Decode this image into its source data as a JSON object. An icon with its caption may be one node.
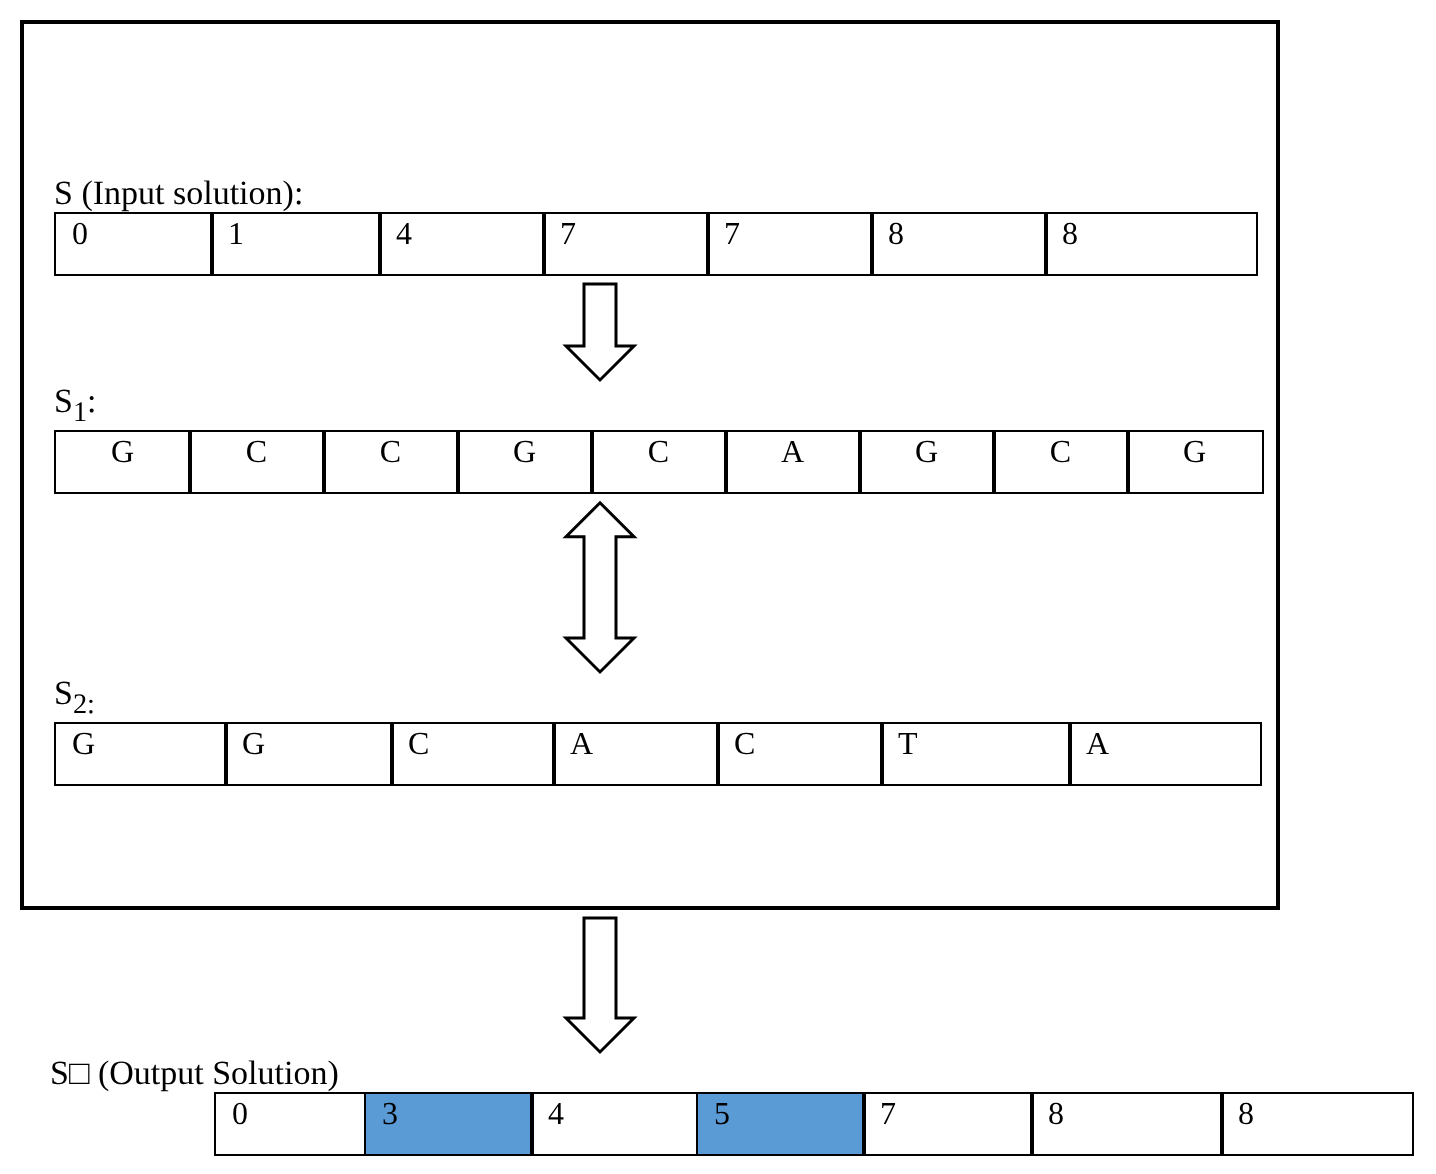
{
  "diagram": {
    "nodes": [
      {
        "text": [],
        "shape": "box"
      },
      {
        "text": [
          "S (Input solution):"
        ],
        "in": 0
      },
      {
        "text": [
          "0"
        ],
        "in": 1
      },
      {
        "text": [
          "1"
        ],
        "in": 1
      },
      {
        "text": [
          "4"
        ],
        "in": 1
      },
      {
        "text": [
          "7"
        ],
        "in": 1
      },
      {
        "text": [
          "7"
        ],
        "in": 1
      },
      {
        "text": [
          "8"
        ],
        "in": 1
      },
      {
        "text": [
          "8"
        ],
        "in": 1
      },
      {
        "text": [
          "S$_{1}$:"
        ],
        "in": 0
      },
      {
        "text": [
          "G"
        ],
        "in": 9
      },
      {
        "text": [
          "C"
        ],
        "in": 9
      },
      {
        "text": [
          "C"
        ],
        "in": 9
      },
      {
        "text": [
          "G"
        ],
        "in": 9
      },
      {
        "text": [
          "C"
        ],
        "in": 9
      },
      {
        "text": [
          "A"
        ],
        "in": 9
      },
      {
        "text": [
          "G"
        ],
        "in": 9
      },
      {
        "text": [
          "C"
        ],
        "in": 9
      },
      {
        "text": [
          "G"
        ],
        "in": 9
      },
      {
        "text": [
          "S$_{2:}$"
        ],
        "in": 0
      },
      {
        "text": [
          "G"
        ],
        "in": 19
      },
      {
        "text": [
          "G"
        ],
        "in": 19
      },
      {
        "text": [
          "C"
        ],
        "in": 19
      },
      {
        "text": [
          "A"
        ],
        "in": 19
      },
      {
        "text": [
          "C"
        ],
        "in": 19
      },
      {
        "text": [
          "T"
        ],
        "in": 19
      },
      {
        "text": [
          "A"
        ],
        "in": 19
      },
      {
        "text": [
          "S□ (Output Solution)"
        ]
      },
      {
        "text": [
          "0"
        ],
        "in": 27
      },
      {
        "text": [
          "3"
        ],
        "in": 27
      },
      {
        "text": [
          "4"
        ],
        "in": 27
      },
      {
        "text": [
          "5"
        ],
        "in": 27
      },
      {
        "text": [
          "7"
        ],
        "in": 27
      },
      {
        "text": [
          "8"
        ],
        "in": 27
      },
      {
        "text": [
          "8"
        ],
        "in": 27
      }
    ],
    "edges": [
      {
        "from": 1,
        "to": 9,
        "arrow": "to"
      },
      {
        "from": 9,
        "to": 19,
        "arrow": "both"
      },
      {
        "from": 0,
        "to": 27,
        "arrow": "to"
      }
    ]
  }
}
